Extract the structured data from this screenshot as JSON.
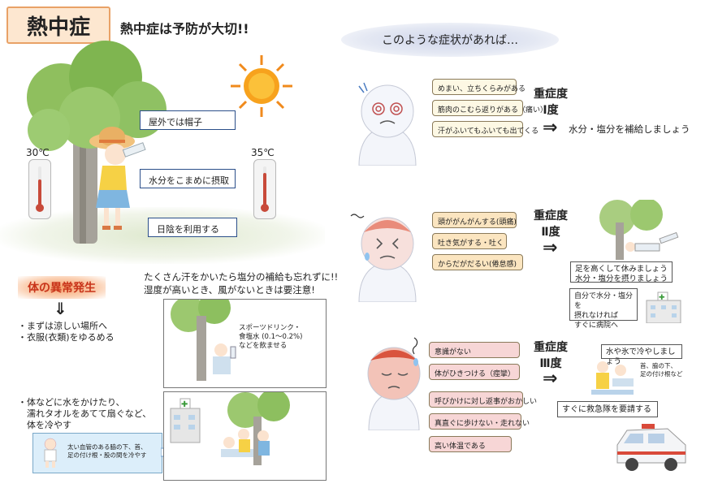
{
  "header": {
    "title": "熱中症",
    "subtitle": "熱中症は予防が大切!!"
  },
  "prevention": {
    "label_hat": "屋外では帽子",
    "label_water": "水分をこまめに摂取",
    "label_shade": "日陰を利用する",
    "temp_left": "30℃",
    "temp_right": "35℃"
  },
  "abnormal": {
    "heading": "体の異常発生",
    "steps": [
      "・まずは涼しい場所へ",
      "・衣服(衣類)をゆるめる"
    ],
    "note_line1": "たくさん汗をかいたら塩分の補給も忘れずに!!",
    "note_line2": "湿度が高いとき、風がないときは要注意!",
    "drink_line1": "スポーツドリンク・",
    "drink_line2": "食塩水 (0.1～0.2%)",
    "drink_line3": "などを飲ませる",
    "cool_lines": [
      "・体などに水をかけたり、",
      "　濡れタオルをあてて扇ぐなど、",
      "　体を冷やす"
    ],
    "baby_line1": "太い血管のある脇の下、首、",
    "baby_line2": "足の付け根・股の間を冷やす"
  },
  "symptoms": {
    "heading": "このような症状があれば…",
    "level1": {
      "items": [
        "めまい、立ちくらみがある",
        "筋肉のこむら返りがある（痛い）",
        "汗がふいてもふいても出てくる"
      ],
      "severity_line1": "重症度",
      "severity_line2": "Ⅰ度",
      "action": "水分・塩分を補給しましょう"
    },
    "level2": {
      "items": [
        "頭ががんがんする(頭痛)",
        "吐き気がする・吐く",
        "からだがだるい(倦怠感)"
      ],
      "severity_line1": "重症度",
      "severity_line2": "Ⅱ度",
      "action_line1": "足を高くして休みましょう",
      "action_line2": "水分・塩分を摂りましょう",
      "hospital_line1": "自分で水分・塩分を",
      "hospital_line2": "摂れなければ",
      "hospital_line3": "すぐに病院へ"
    },
    "level3": {
      "items": [
        "意識がない",
        "体がひきつける（痙攣）",
        "呼びかけに対し返事がおかしい",
        "真直ぐに歩けない・走れない",
        "高い体温である"
      ],
      "severity_line1": "重症度",
      "severity_line2": "Ⅲ度",
      "cool_action": "水や氷で冷やしましょう",
      "cool_note_line1": "首、脇の下、",
      "cool_note_line2": "足の付け根など",
      "ambulance": "すぐに救急隊を要請する"
    },
    "arrow_glyph": "⇒"
  }
}
